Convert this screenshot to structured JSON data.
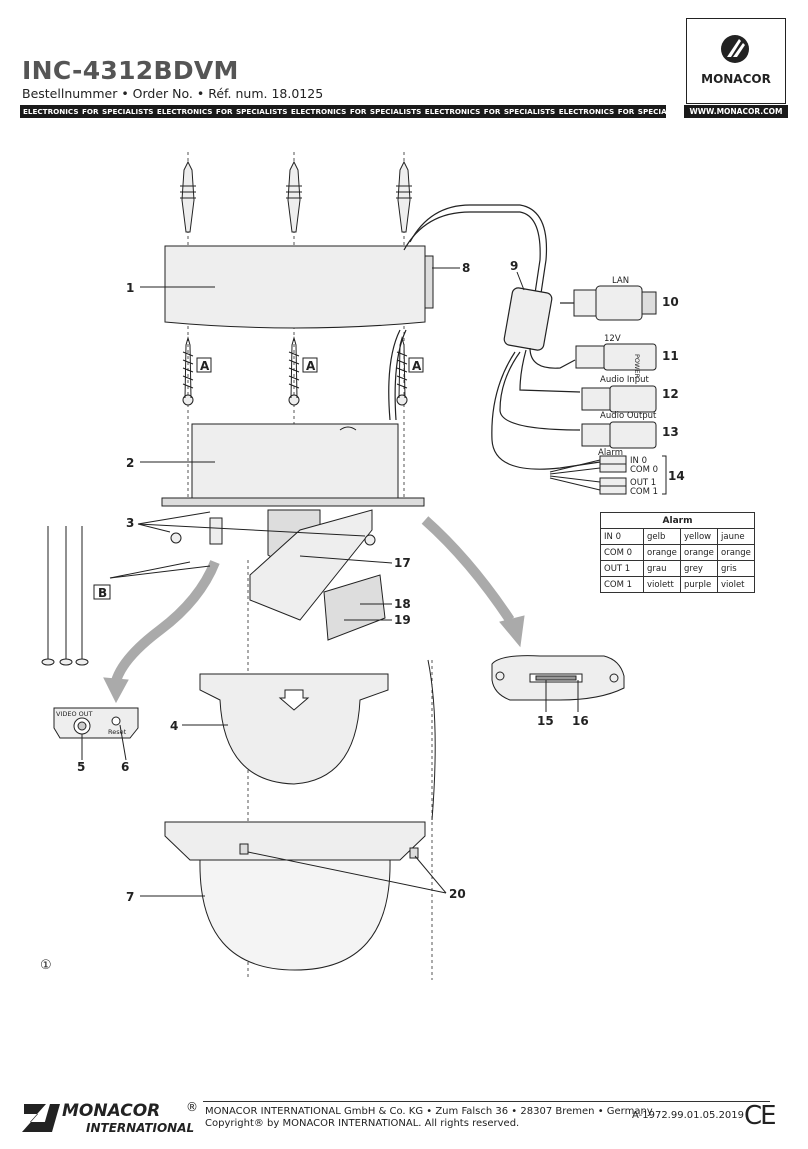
{
  "header": {
    "model": "INC-4312BDVM",
    "order_line": "Bestellnummer • Order No. • Réf. num. 18.0125",
    "strip_text": "ELECTRONICS FOR SPECIALISTS   ELECTRONICS FOR SPECIALISTS   ELECTRONICS FOR SPECIALISTS   ELECTRONICS FOR SPECIALISTS   ELECTRONICS FOR SPECIALISTS   ELECTRONICS",
    "brand": "MONACOR",
    "url": "WWW.MONACOR.COM"
  },
  "callouts": {
    "c1": "1",
    "c2": "2",
    "c3": "3",
    "c4": "4",
    "c5": "5",
    "c6": "6",
    "c7": "7",
    "c8": "8",
    "c9": "9",
    "c10": "10",
    "c11": "11",
    "c12": "12",
    "c13": "13",
    "c14": "14",
    "c15": "15",
    "c16": "16",
    "c17": "17",
    "c18": "18",
    "c19": "19",
    "c20": "20",
    "A": "A",
    "B": "B"
  },
  "connectors": {
    "lan": "LAN",
    "power": "12V",
    "power_tag": "POWER",
    "audio_input": "Audio Input",
    "audio_output": "Audio Output",
    "alarm": "Alarm",
    "in0": "IN 0",
    "com0": "COM 0",
    "out1": "OUT 1",
    "com1": "COM 1"
  },
  "plate": {
    "video_out": "VIDEO OUT",
    "reset": "Reset"
  },
  "alarm_table": {
    "title": "Alarm",
    "rows": [
      [
        "IN 0",
        "gelb",
        "yellow",
        "jaune"
      ],
      [
        "COM 0",
        "orange",
        "orange",
        "orange"
      ],
      [
        "OUT 1",
        "grau",
        "grey",
        "gris"
      ],
      [
        "COM 1",
        "violett",
        "purple",
        "violet"
      ]
    ]
  },
  "page_mark": "①",
  "footer": {
    "logo_line1": "MONACOR",
    "logo_reg": "®",
    "logo_line2": "INTERNATIONAL",
    "company": "MONACOR INTERNATIONAL GmbH & Co. KG • Zum Falsch 36 • 28307 Bremen • Germany",
    "copyright": "Copyright® by MONACOR INTERNATIONAL. All rights reserved.",
    "doc_code": "A-1972.99.01.05.2019",
    "ce": "CE"
  },
  "colors": {
    "ink": "#222222",
    "part_fill": "#eeeeee",
    "arrow_gray": "#999999",
    "strip_black": "#1a1a1a"
  }
}
